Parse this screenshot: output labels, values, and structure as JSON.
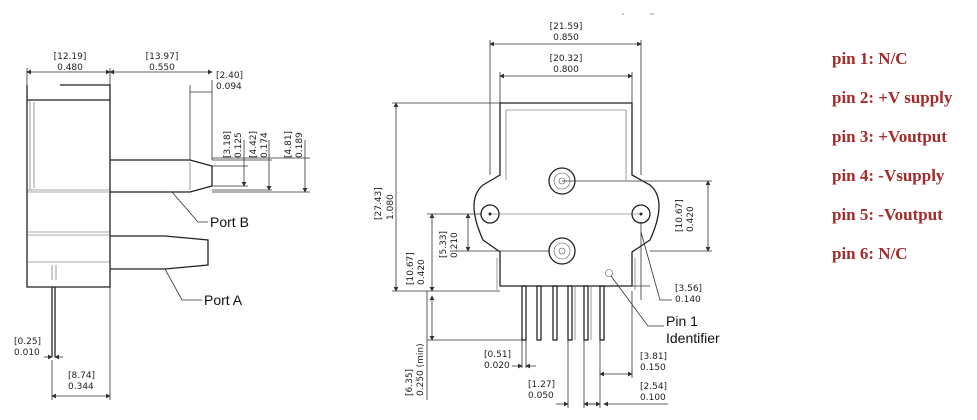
{
  "left_view": {
    "dims": {
      "d1_mm": "[12.19]",
      "d1_in": "0.480",
      "d2_mm": "[13.97]",
      "d2_in": "0.550",
      "d3_mm": "[2.40]",
      "d3_in": "0.094",
      "d4_mm": "[3.18]",
      "d4_in": "0.125",
      "d5_mm": "[4.42]",
      "d5_in": "0.174",
      "d6_mm": "[4.81]",
      "d6_in": "0.189",
      "d7_mm": "[0.25]",
      "d7_in": "0.010",
      "d8_mm": "[8.74]",
      "d8_in": "0.344"
    },
    "port_b": "Port B",
    "port_a": "Port A"
  },
  "center_view": {
    "dims": {
      "d1_mm": "[21.59]",
      "d1_in": "0.850",
      "d2_mm": "[20.32]",
      "d2_in": "0.800",
      "d3_mm": "[27.43]",
      "d3_in": "1.080",
      "d4_mm": "[5.33]",
      "d4_in": "0.210",
      "d5_mm": "[10.67]",
      "d5_in": "0.420",
      "d6_mm": "[10.67]",
      "d6_in": "0.420",
      "d7_mm": "[6.35]",
      "d7_in": "0.250 (min)",
      "d8_mm": "[0.51]",
      "d8_in": "0.020",
      "d9_mm": "[1.27]",
      "d9_in": "0.050",
      "d10_mm": "[3.56]",
      "d10_in": "0.140",
      "d11_mm": "[3.81]",
      "d11_in": "0.150",
      "d12_mm": "[2.54]",
      "d12_in": "0.100"
    },
    "pin1_line1": "Pin 1",
    "pin1_line2": "Identifier"
  },
  "pin_list": [
    "pin 1: N/C",
    "pin 2: +V supply",
    "pin 3: +Voutput",
    "pin 4: -Vsupply",
    "pin 5: -Voutput",
    "pin 6: N/C"
  ],
  "colors": {
    "pin_text": "#a52a2a"
  }
}
